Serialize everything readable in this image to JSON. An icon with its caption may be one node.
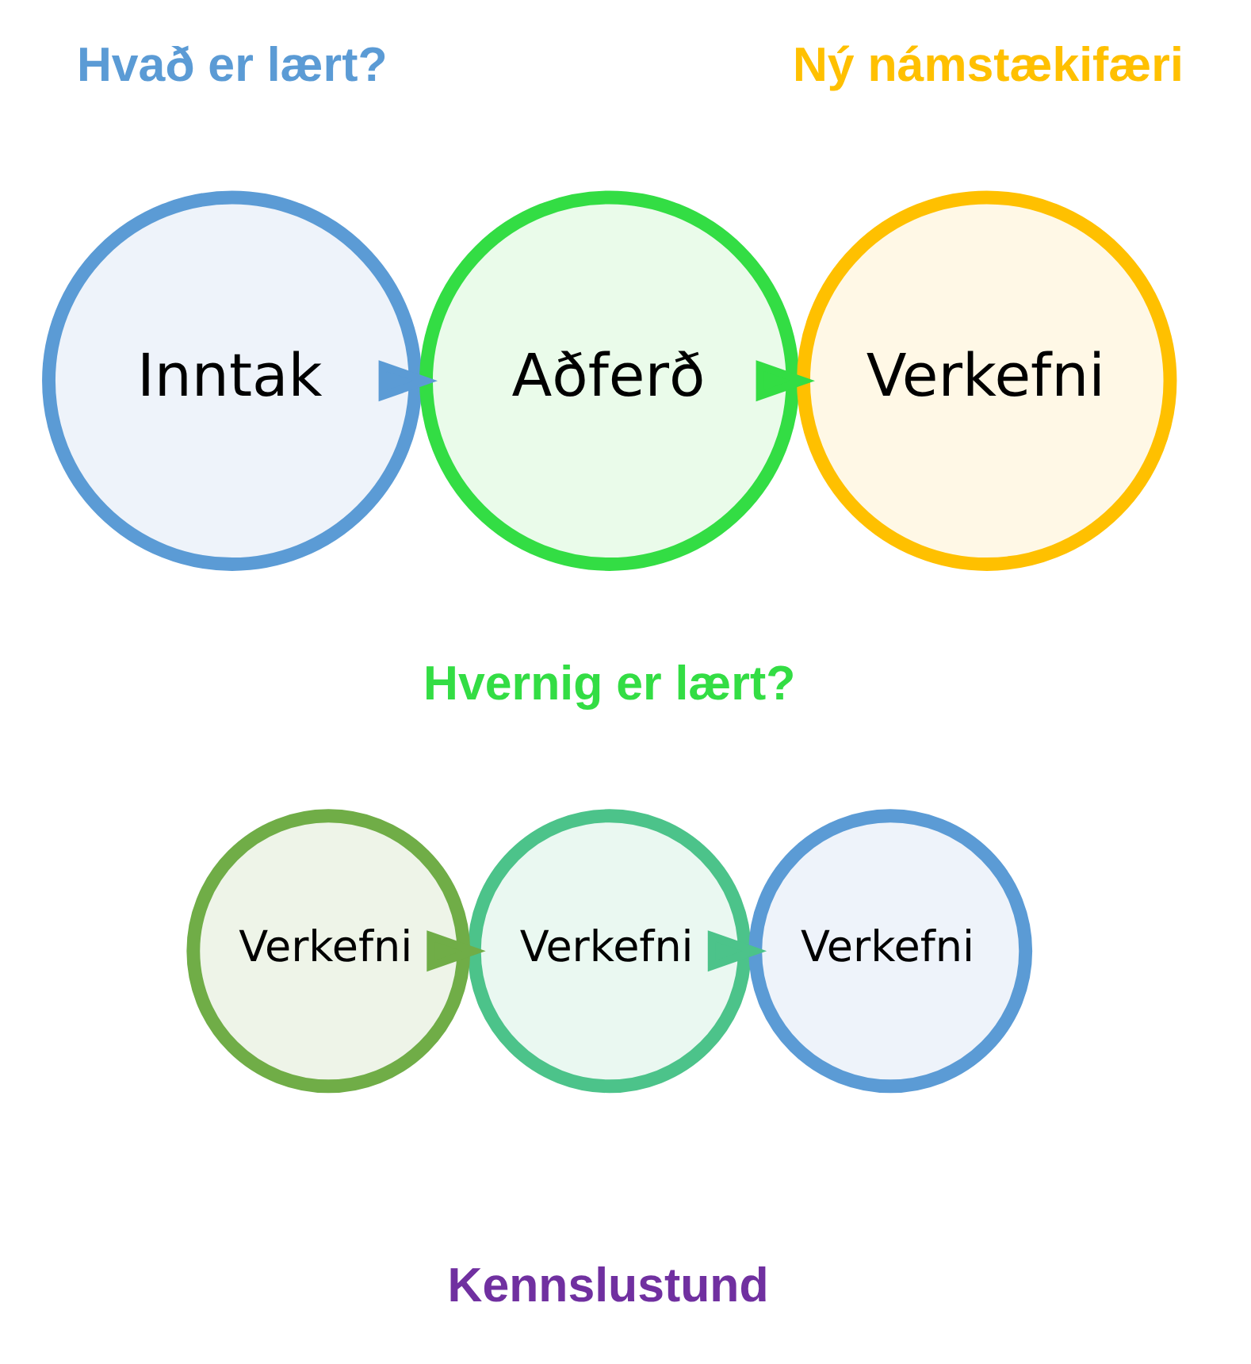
{
  "diagram": {
    "nodes": [
      {
        "text": [
          "Inntak"
        ],
        "beside": [
          "Hvað er lært?"
        ]
      },
      {
        "text": [
          "Aðferð"
        ],
        "beside": [
          "Hvernig er lært?"
        ]
      },
      {
        "text": [
          "Verkefni"
        ],
        "beside": [
          "Ný námstækifæri"
        ]
      },
      {
        "text": [
          "Verkefni"
        ]
      },
      {
        "text": [
          "Verkefni"
        ]
      },
      {
        "text": [
          "Verkefni"
        ]
      }
    ],
    "edges": [
      {
        "from": 0,
        "to": 1,
        "arrow": "to",
        "color": "#5b9bd5"
      },
      {
        "from": 1,
        "to": 2,
        "arrow": "to",
        "color": "#33dd44"
      },
      {
        "from": 3,
        "to": 4,
        "arrow": "to",
        "color": "#70ad47"
      },
      {
        "from": 4,
        "to": 5,
        "arrow": "to",
        "color": "#4cc38a"
      }
    ],
    "labels": [
      "Kennslustund"
    ]
  }
}
